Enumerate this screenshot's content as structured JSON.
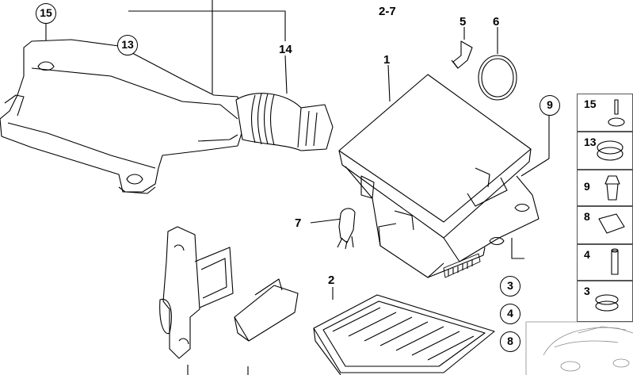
{
  "diagram": {
    "header_label": "2-7",
    "callouts": {
      "c15": "15",
      "c13": "13",
      "c14": "14",
      "c1": "1",
      "c5": "5",
      "c6": "6",
      "c9": "9",
      "c7": "7",
      "c2": "2",
      "c3": "3",
      "c4": "4",
      "c8": "8"
    },
    "side_panels": [
      "15",
      "13",
      "9",
      "8",
      "4",
      "3"
    ]
  }
}
